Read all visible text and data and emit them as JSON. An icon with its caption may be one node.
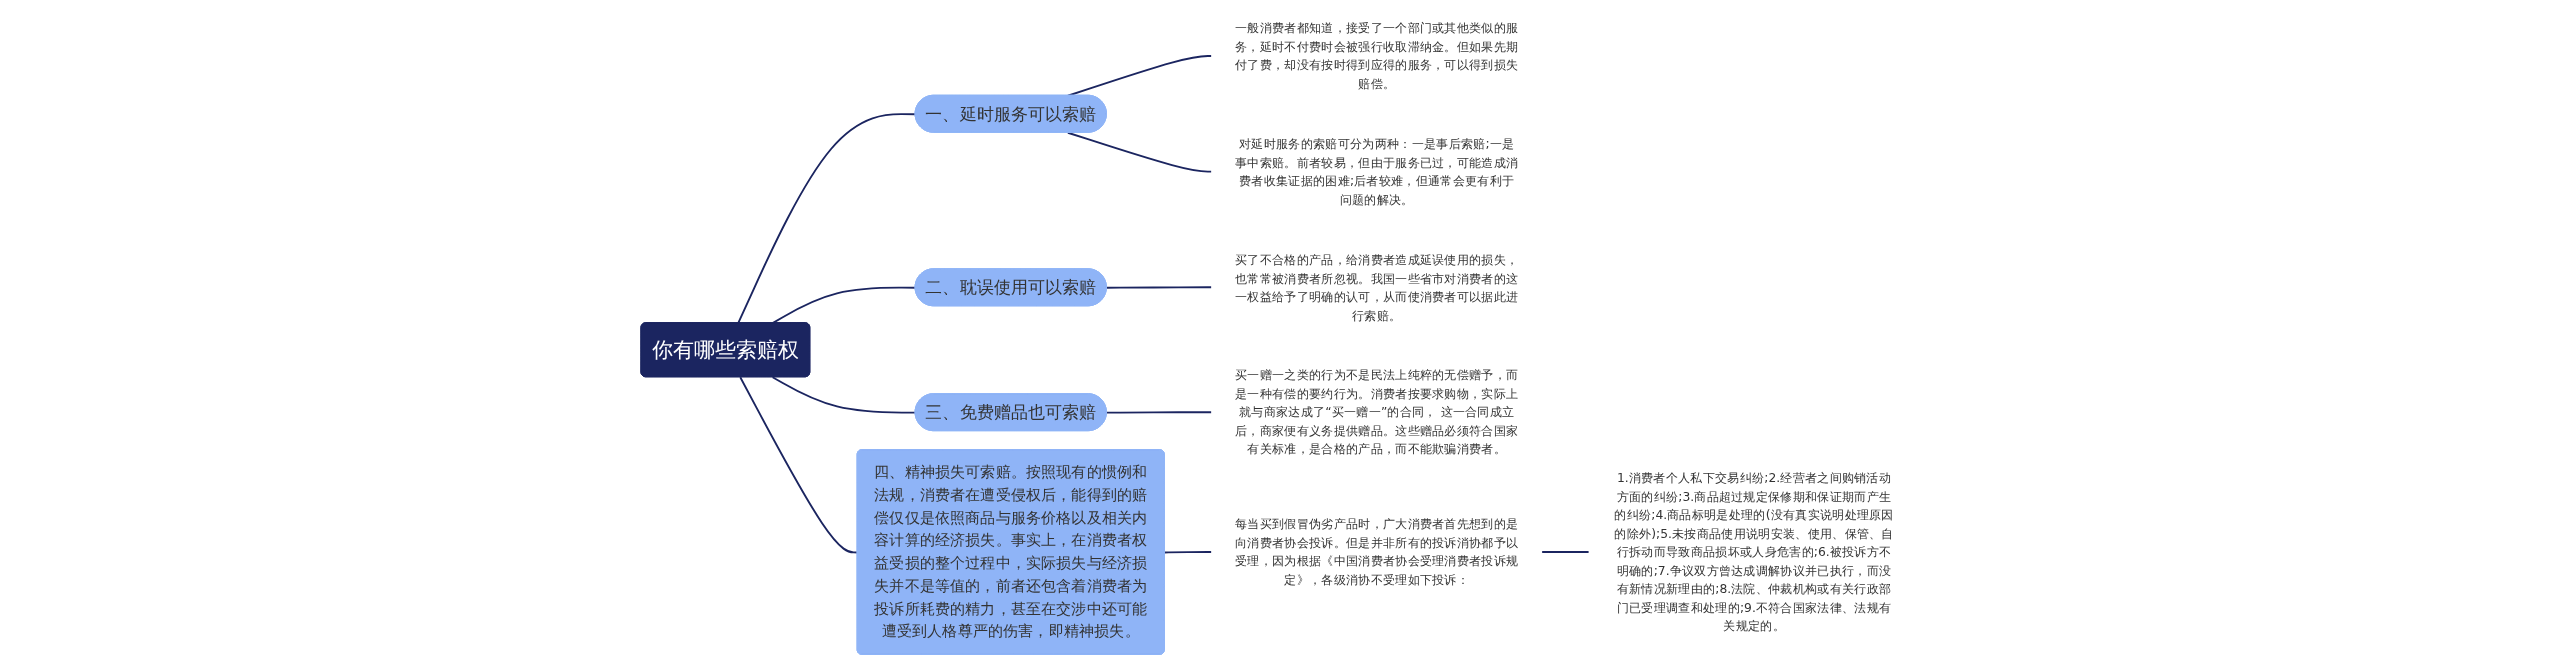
{
  "diagram": {
    "nodes": [
      {
        "text": [
          "你有哪些索赔权"
        ]
      },
      {
        "text": [
          "一、延时服务可以索赔"
        ]
      },
      {
        "text": [
          "一般消费者都知道，接受了一个部门或其他类似的服务，延时不付费时会被强行收取滞纳金。但如果先期付了费，却没有按时得到应得的服务，可以得到损失赔偿。"
        ]
      },
      {
        "text": [
          "对延时服务的索赔可分为两种：一是事后索赔;一是事中索赔。前者较易，但由于服务已过，可能造成消费者收集证据的困难;后者较难，但通常会更有利于问题的解决。"
        ]
      },
      {
        "text": [
          "二、耽误使用可以索赔"
        ]
      },
      {
        "text": [
          "买了不合格的产品，给消费者造成延误使用的损失，也常常被消费者所忽视。我国一些省市对消费者的这一权益给予了明确的认可，从而使消费者可以据此进行索赔。"
        ]
      },
      {
        "text": [
          "三、免费赠品也可索赔"
        ]
      },
      {
        "text": [
          "买一赠一之类的行为不是民法上纯粹的无偿赠予，而是一种有偿的要约行为。消费者按要求购物，实际上就与商家达成了“买一赠一”的合同， 这一合同成立后，商家便有义务提供赠品。这些赠品必须符合国家有关标准，是合格的产品，而不能欺骗消费者。"
        ]
      },
      {
        "text": [
          "四、精神损失可索赔。按照现有的惯例和法规，消费者在遭受侵权后，能得到的赔偿仅仅是依照商品与服务价格以及相关内容计算的经济损失。事实上，在消费者权益受损的整个过程中，实际损失与经济损失并不是等值的，前者还包含着消费者为投诉所耗费的精力，甚至在交涉中还可能遭受到人格尊严的伤害，即精神损失。"
        ]
      },
      {
        "text": [
          "每当买到假冒伪劣产品时，广大消费者首先想到的是向消费者协会投诉。但是并非所有的投诉消协都予以受理，因为根据《中国消费者协会受理消费者投诉规定》，各级消协不受理如下投诉："
        ]
      },
      {
        "text": [
          "1.消费者个人私下交易纠纷;2.经营者之间购销活动方面的纠纷;3.商品超过规定保修期和保证期而产生的纠纷;4.商品标明是处理的(没有真实说明处理原因的除外);5.未按商品使用说明安装、使用、保管、自行拆动而导致商品损坏或人身危害的;6.被投诉方不明确的;7.争议双方曾达成调解协议并已执行，而没有新情况新理由的;8.法院、仲裁机构或有关行政部门已受理调查和处理的;9.不符合国家法律、法规有关规定的。"
        ]
      }
    ],
    "edges": [
      {
        "from": 0,
        "to": 1,
        "arrow": "none"
      },
      {
        "from": 1,
        "to": 2,
        "arrow": "none"
      },
      {
        "from": 1,
        "to": 3,
        "arrow": "none"
      },
      {
        "from": 0,
        "to": 4,
        "arrow": "none"
      },
      {
        "from": 4,
        "to": 5,
        "arrow": "none"
      },
      {
        "from": 0,
        "to": 6,
        "arrow": "none"
      },
      {
        "from": 6,
        "to": 7,
        "arrow": "none"
      },
      {
        "from": 0,
        "to": 8,
        "arrow": "none"
      },
      {
        "from": 8,
        "to": 9,
        "arrow": "none"
      },
      {
        "from": 9,
        "to": 10,
        "arrow": "none"
      }
    ]
  }
}
